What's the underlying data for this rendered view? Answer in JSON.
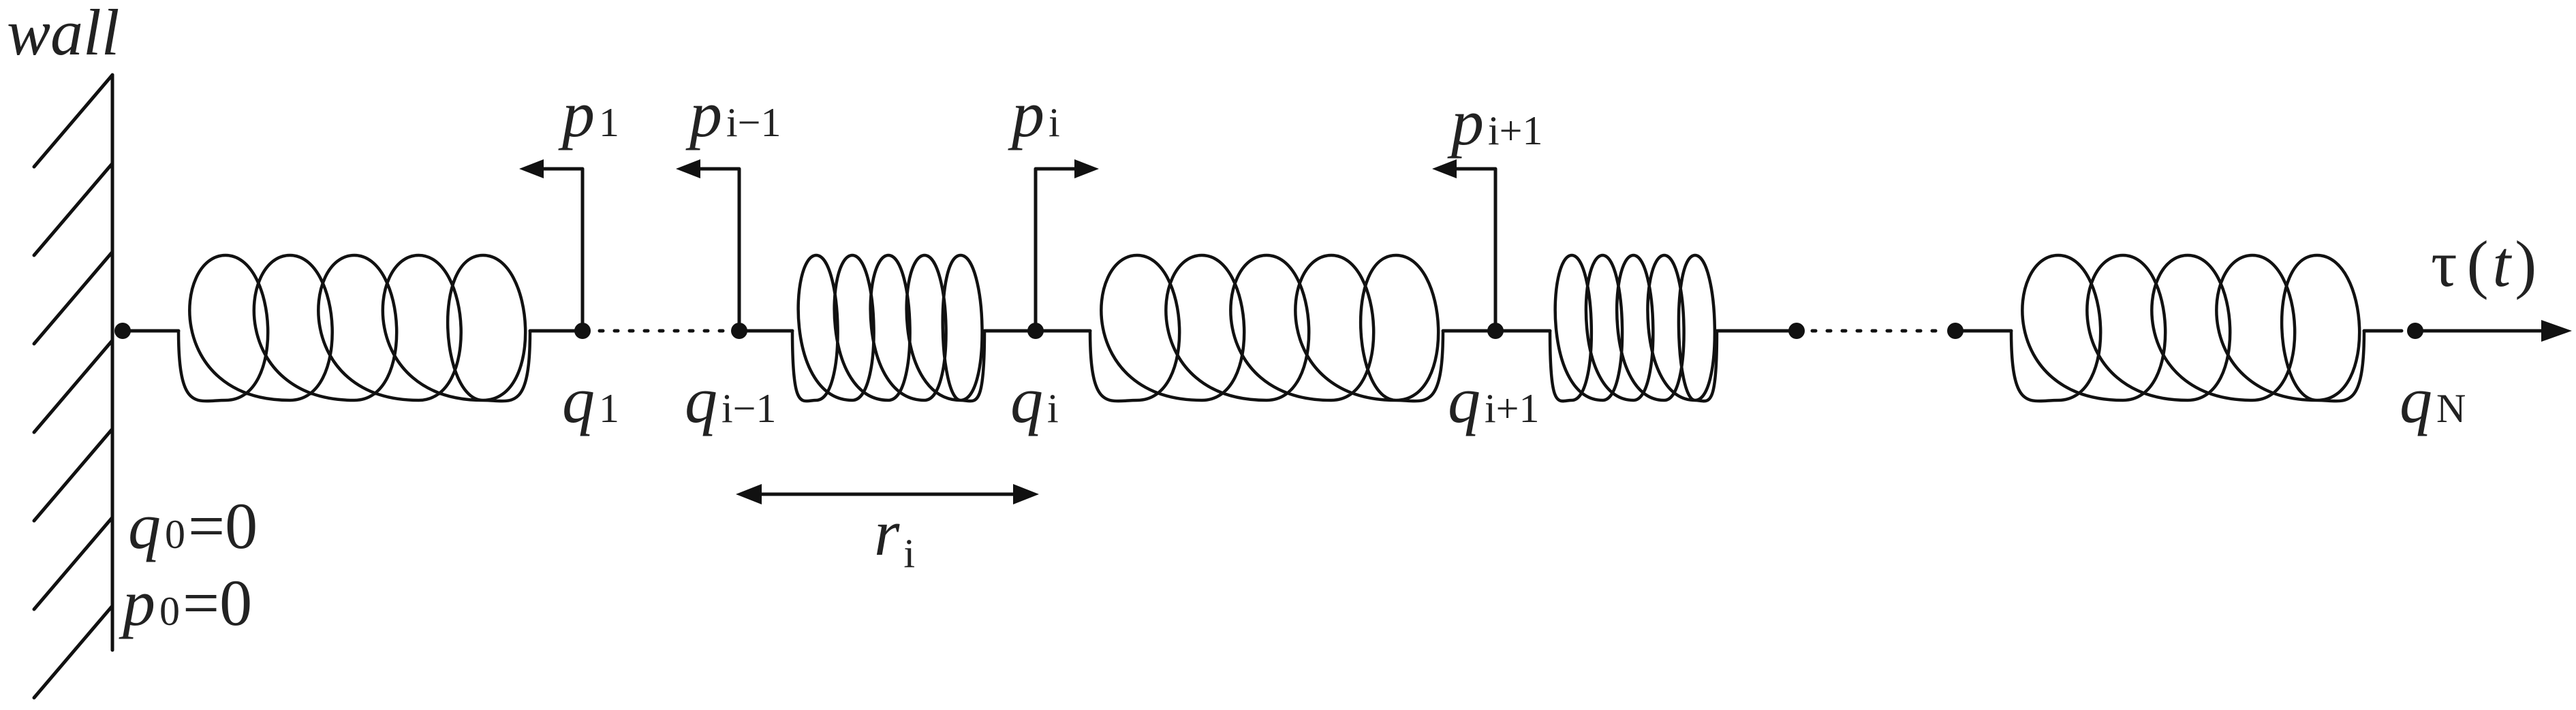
{
  "diagram": {
    "wall_label": "wall",
    "boundary": {
      "q0": {
        "symbol": "q",
        "sub": "0",
        "eq": "=0"
      },
      "p0": {
        "symbol": "p",
        "sub": "0",
        "eq": "=0"
      }
    },
    "positions": [
      {
        "id": "q1",
        "symbol": "q",
        "sub": "1"
      },
      {
        "id": "qim1",
        "symbol": "q",
        "sub": "i−1"
      },
      {
        "id": "qi",
        "symbol": "q",
        "sub": "i"
      },
      {
        "id": "qip1",
        "symbol": "q",
        "sub": "i+1"
      },
      {
        "id": "qN",
        "symbol": "q",
        "sub": "N"
      }
    ],
    "momenta": [
      {
        "id": "p1",
        "symbol": "p",
        "sub": "1",
        "direction": "left"
      },
      {
        "id": "pim1",
        "symbol": "p",
        "sub": "i−1",
        "direction": "left"
      },
      {
        "id": "pi",
        "symbol": "p",
        "sub": "i",
        "direction": "right"
      },
      {
        "id": "pip1",
        "symbol": "p",
        "sub": "i+1",
        "direction": "left"
      }
    ],
    "extension": {
      "symbol": "r",
      "sub": "i"
    },
    "force": {
      "symbol": "τ",
      "open": "(",
      "arg": "t",
      "close": ")"
    },
    "colors": {
      "ink": "#111111",
      "text": "#222222",
      "background": "#ffffff"
    }
  }
}
